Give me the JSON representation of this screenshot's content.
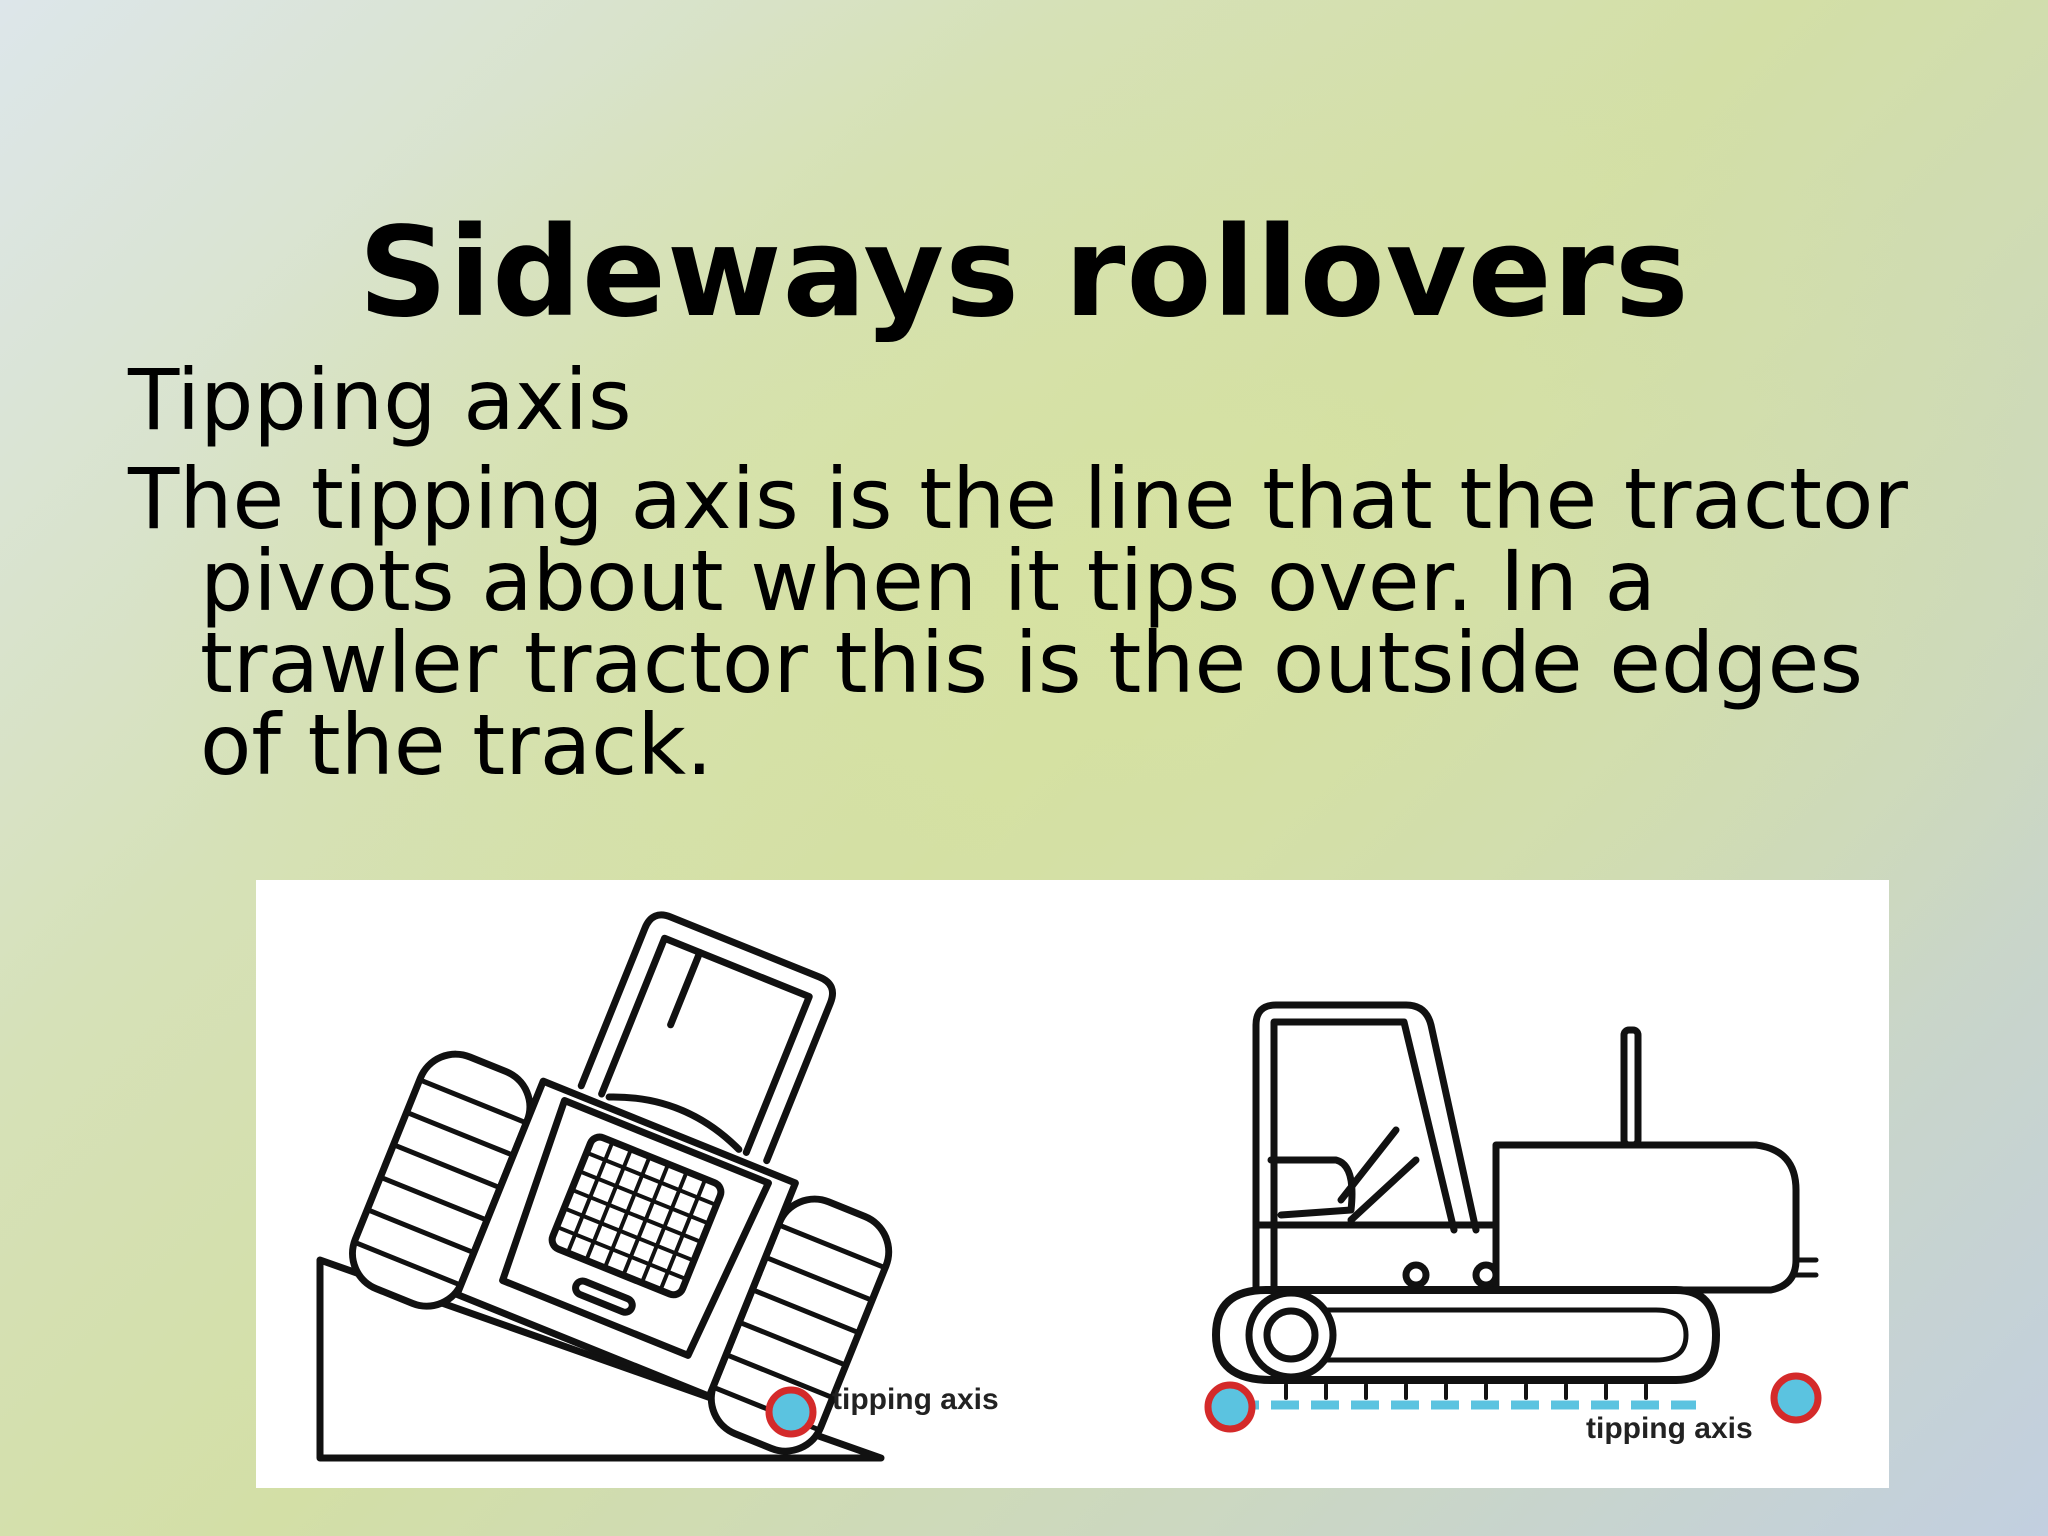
{
  "slide": {
    "title": "Sideways rollovers",
    "subheading": "Tipping axis",
    "paragraph": "The tipping axis is the line that the tractor pivots about when it tips over. In a trawler tractor this is the outside edges of the track."
  },
  "figure": {
    "left_label": "tipping axis",
    "right_label": "tipping axis",
    "marker_fill": "#5bc3e0",
    "marker_ring": "#d42a2a",
    "axis_line_color": "#5bc3e0"
  }
}
